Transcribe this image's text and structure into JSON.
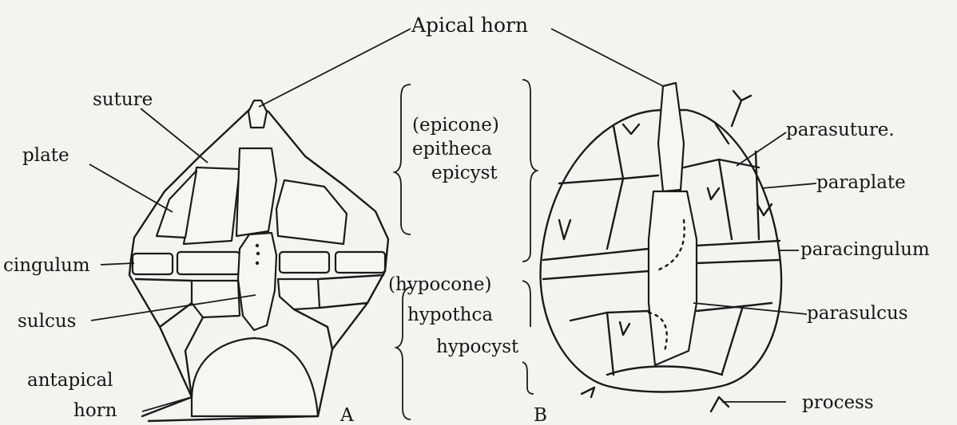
{
  "labels": {
    "apical_horn": "Apical horn",
    "suture": "suture",
    "plate": "plate",
    "cingulum": "cingulum",
    "sulcus": "sulcus",
    "antapical_horn_line1": "antapical",
    "antapical_horn_line2": "horn",
    "panel_a": "A",
    "panel_b": "B",
    "epicone": "(epicone)",
    "epitheca": "epitheca",
    "epicyst": "epicyst",
    "hypocone": "(hypocone)",
    "hypotheca": "hypothca",
    "hypocyst": "hypocyst",
    "parasuture": "parasuture.",
    "paraplate": "paraplate",
    "paracingulum": "paracingulum",
    "parasulcus": "parasulcus",
    "process": "process"
  }
}
